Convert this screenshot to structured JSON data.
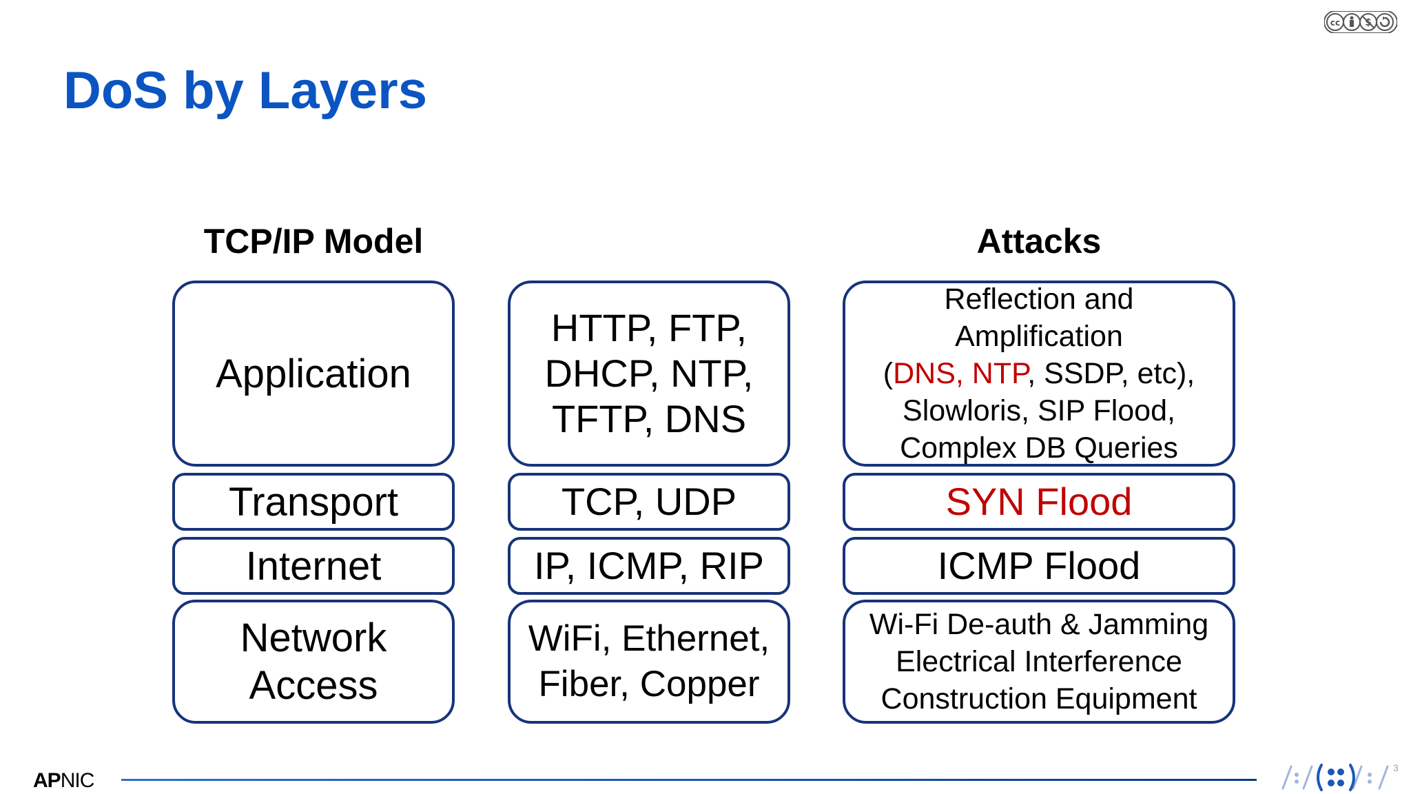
{
  "slide": {
    "title": "DoS by Layers"
  },
  "columns": {
    "model_header": "TCP/IP Model",
    "attacks_header": "Attacks"
  },
  "layers": [
    {
      "name": "Application",
      "protocols": [
        "HTTP, FTP,",
        "DHCP, NTP,",
        "TFTP, DNS"
      ]
    },
    {
      "name": "Transport",
      "protocols": [
        "TCP, UDP"
      ]
    },
    {
      "name": "Internet",
      "protocols": [
        "IP, ICMP, RIP"
      ]
    },
    {
      "name_lines": [
        "Network",
        "Access"
      ],
      "protocols": [
        "WiFi, Ethernet,",
        "Fiber, Copper"
      ]
    }
  ],
  "attacks": {
    "application": {
      "line1": "Reflection and",
      "line2": "Amplification",
      "line3_open": "(",
      "line3_red": "DNS, NTP",
      "line3_rest": ", SSDP, etc),",
      "line4": "Slowloris, SIP Flood,",
      "line5": "Complex DB Queries"
    },
    "transport": "SYN Flood",
    "internet": "ICMP Flood",
    "network_access": [
      "Wi-Fi De-auth & Jamming",
      "Electrical Interference",
      "Construction Equipment"
    ]
  },
  "footer": {
    "logo_bold": "AP",
    "logo_rest": "NIC",
    "page_number": "3"
  },
  "colors": {
    "title": "#0b55c2",
    "box_border": "#17347a",
    "highlight": "#c00000"
  },
  "icons": {
    "license_badge": "creative-commons-by-nc-sa-icon",
    "ornament": "ipv6-dots-ornament-icon"
  }
}
